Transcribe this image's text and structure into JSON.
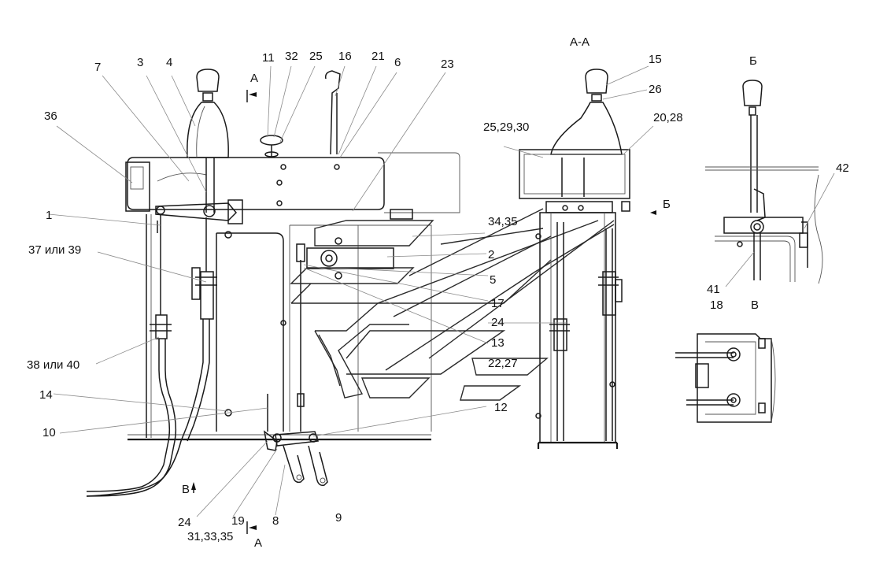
{
  "labels": {
    "l1": "1",
    "l2": "2",
    "l3": "3",
    "l4": "4",
    "l5": "5",
    "l6": "6",
    "l7": "7",
    "l8": "8",
    "l9": "9",
    "l10": "10",
    "l11": "11",
    "l12": "12",
    "l13": "13",
    "l14": "14",
    "l15": "15",
    "l16": "16",
    "l17": "17",
    "l18": "18",
    "l19": "19",
    "l20_28": "20,28",
    "l21": "21",
    "l22_27": "22,27",
    "l23": "23",
    "l24_a": "24",
    "l24_b": "24",
    "l25": "25",
    "l25_29_30": "25,29,30",
    "l26": "26",
    "l31_33_35": "31,33,35",
    "l32": "32",
    "l34_35": "34,35",
    "l36": "36",
    "l37_39": "37 или 39",
    "l38_40": "38 или 40",
    "l41": "41",
    "l42": "42"
  },
  "views": {
    "section_aa": "А-А",
    "view_b": "Б",
    "view_v": "В",
    "cut_a_top": "А",
    "cut_a_bottom": "А",
    "arrow_b": "Б",
    "arrow_v": "В"
  }
}
